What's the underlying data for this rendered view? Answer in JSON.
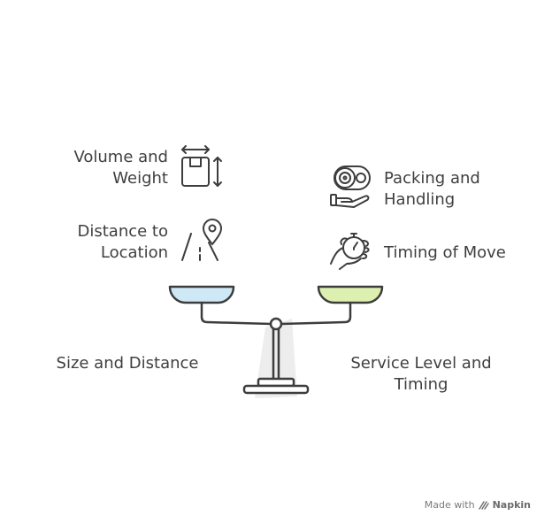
{
  "labels": {
    "volume": [
      "Volume and",
      "Weight"
    ],
    "distance": [
      "Distance to",
      "Location"
    ],
    "packing": [
      "Packing and",
      "Handling"
    ],
    "timing": [
      "Timing of Move"
    ],
    "size": [
      "Size and Distance"
    ],
    "service": [
      "Service Level and",
      "Timing"
    ]
  },
  "icons": {
    "volume": "box-dimensions-icon",
    "distance": "route-pin-icon",
    "packing": "hand-holding-package-icon",
    "timing": "hand-stopwatch-icon",
    "scale": "balance-scale-icon"
  },
  "colors": {
    "left_pan_fill": "#cfe8f6",
    "right_pan_fill": "#ddf0b0",
    "stroke": "#3d3d3d"
  },
  "footer": {
    "prefix": "Made with",
    "brand": "Napkin"
  }
}
